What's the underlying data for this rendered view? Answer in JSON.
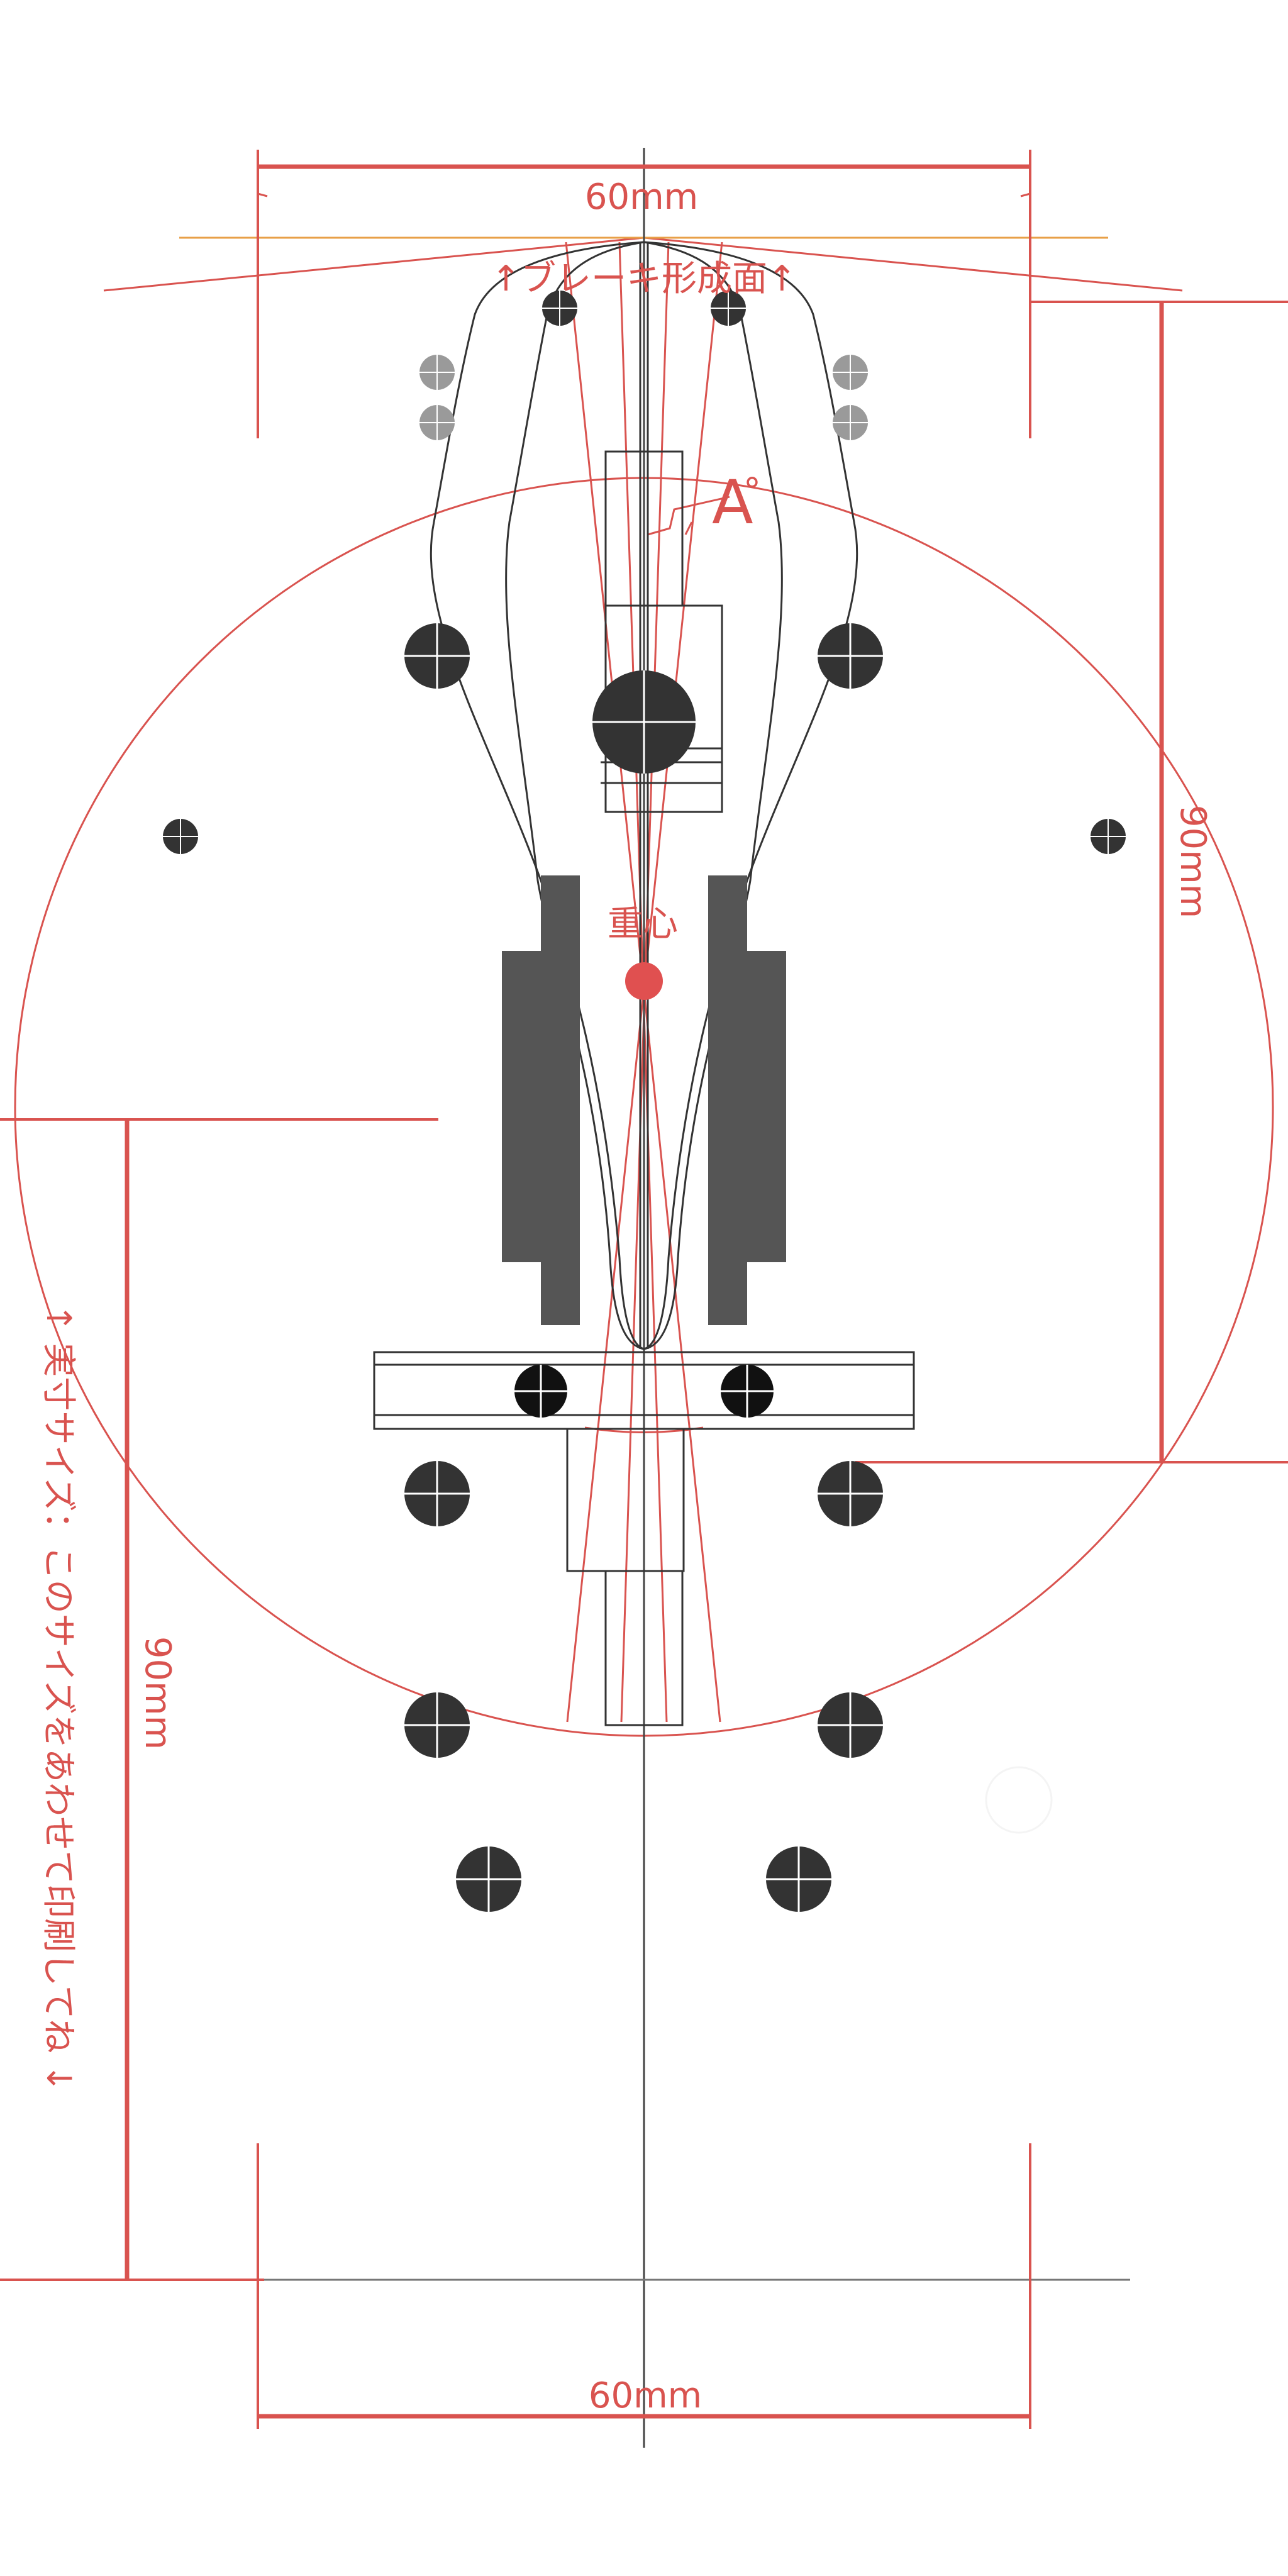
{
  "labels": {
    "top_width": "60mm",
    "bottom_width": "60mm",
    "right_height": "90mm",
    "left_height": "90mm",
    "brake_surface": "↑ブレーキ形成面↑",
    "center_of_gravity": "重心",
    "angle_letter": "A",
    "angle_unit": "°",
    "print_note": "↑ 実寸サイズ：このサイズをあわせて印刷してね ↓"
  },
  "colors": {
    "dimension": "#d9534f",
    "horizon": "#e8a048",
    "outline": "#222222",
    "fill_dark": "#333333",
    "fill_grey": "#555555",
    "fill_light": "#9a9a9a",
    "center_dot": "#e05050"
  }
}
